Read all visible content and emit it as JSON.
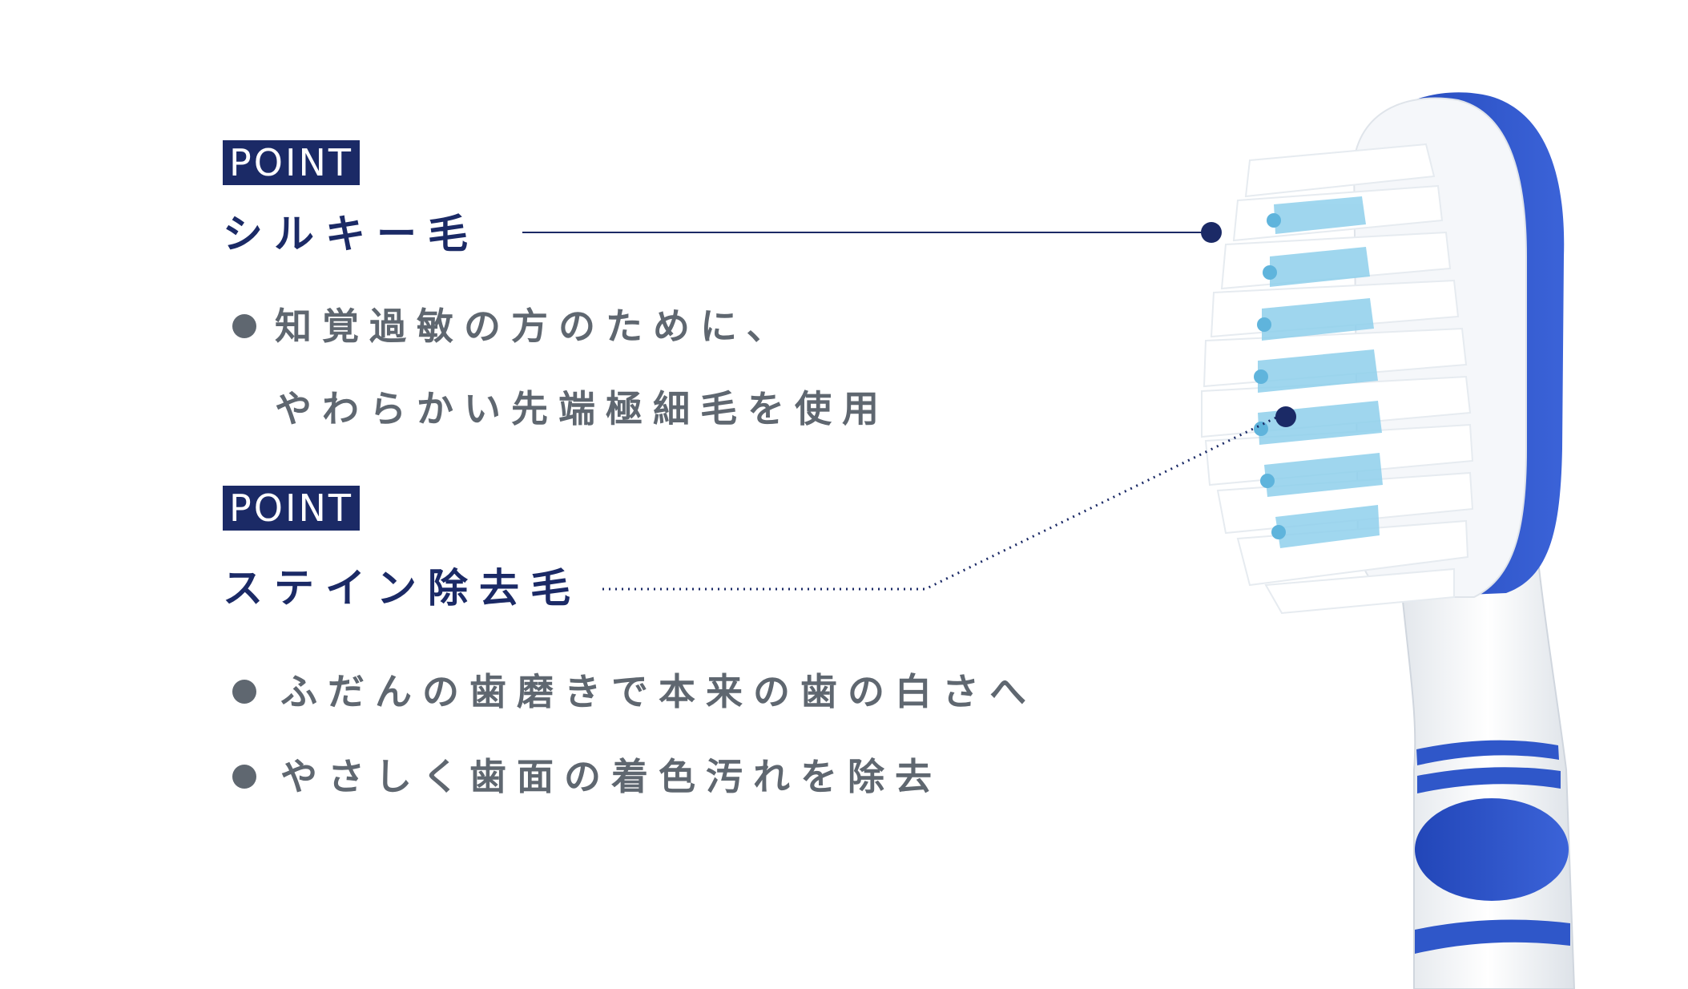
{
  "points": [
    {
      "badge": "POINT",
      "title": "シルキー毛",
      "bullets": [
        {
          "lines": [
            "知覚過敏の方のために、",
            "やわらかい先端極細毛を使用"
          ]
        }
      ]
    },
    {
      "badge": "POINT",
      "title": "ステイン除去毛",
      "bullets": [
        {
          "lines": [
            "ふだんの歯磨きで本来の歯の白さへ"
          ]
        },
        {
          "lines": [
            "やさしく歯面の着色汚れを除去"
          ]
        }
      ]
    }
  ],
  "colors": {
    "navy": "#1b2a66",
    "gray_text": "#5f6770",
    "brush_blue": "#2f57c9",
    "bristle_light": "#8fd0ec"
  },
  "image": {
    "subject": "toothbrush-head"
  }
}
